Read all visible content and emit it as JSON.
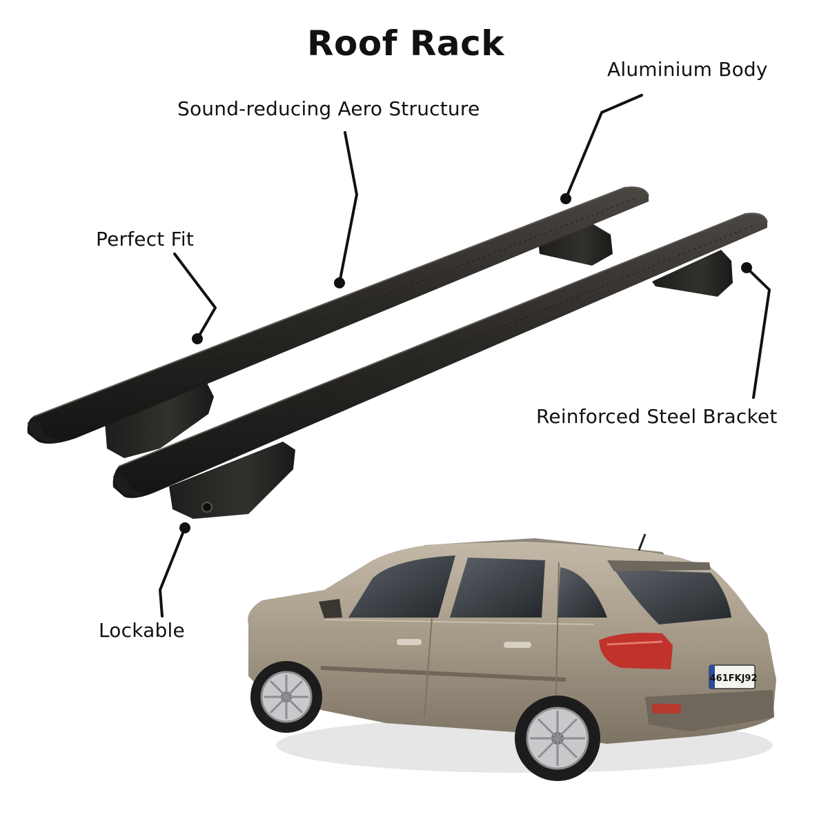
{
  "title": "Roof Rack",
  "callouts": [
    {
      "id": "aluminium-body",
      "text": "Aluminium Body"
    },
    {
      "id": "aero-structure",
      "text": "Sound-reducing Aero Structure"
    },
    {
      "id": "perfect-fit",
      "text": "Perfect Fit"
    },
    {
      "id": "steel-bracket",
      "text": "Reinforced Steel Bracket"
    },
    {
      "id": "lockable",
      "text": "Lockable"
    }
  ],
  "car": {
    "plate": "461FKJ92"
  },
  "colors": {
    "text": "#111111",
    "bar": "#2b2926",
    "car_body": "#a49886",
    "glass": "#2e3236",
    "tail_light": "#c0322c"
  }
}
